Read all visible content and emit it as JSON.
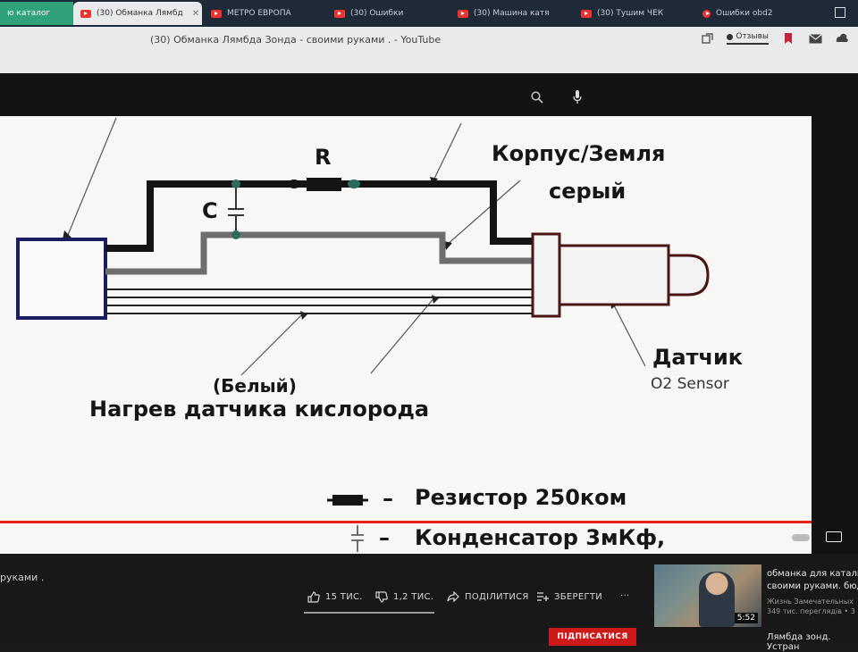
{
  "browser": {
    "tabs": [
      {
        "label": "ю каталог"
      },
      {
        "label": "(30) Обманка Лямбд"
      },
      {
        "label": "МЕТРО ЕВРОПА"
      },
      {
        "label": "(30) Ошибки"
      },
      {
        "label": "(30) Машина катя"
      },
      {
        "label": "(30) Тушим ЧЕК"
      },
      {
        "label": "Ошибки obd2"
      }
    ],
    "page_title": "(30) Обманка Лямбда Зонда - своими руками . - YouTube",
    "reviews_label": "Отзывы"
  },
  "video": {
    "diagram": {
      "label_r": "R",
      "label_c": "C",
      "label_body": "Корпус/Земля",
      "label_grey": "серый",
      "label_sensor": "Датчик",
      "label_sensor_en": "O2 Sensor",
      "label_white": "(Белый)",
      "label_heater": "Нагрев датчика кислорода",
      "legend_resistor": "Резистор 250ком",
      "legend_capacitor": "Конденсатор 3мКф,",
      "legend_dash": "–"
    },
    "progress_fraction": 1.0
  },
  "below": {
    "title_fragment": "руками .",
    "likes": "15 ТИС.",
    "dislikes": "1,2 ТИС.",
    "share": "ПОДІЛИТИСЯ",
    "save": "ЗБЕРЕГТИ",
    "more": "···",
    "subscribe": "ПІДПИСАТИСЯ"
  },
  "sidebar": {
    "video1": {
      "title": "обманка для катали своими руками. бюд",
      "channel": "Жизнь Замечательных",
      "views": "349 тис. переглядів • 3",
      "duration": "5:52"
    },
    "video2_title": "Лямбда зонд. Устран"
  },
  "colors": {
    "wire_black": "#141414",
    "wire_grey": "#6e6e6e",
    "sensor_brown": "#4a1515",
    "box_navy": "#1b1d63",
    "progress_red": "#e62117",
    "subscribe_red": "#cc1a1a"
  }
}
